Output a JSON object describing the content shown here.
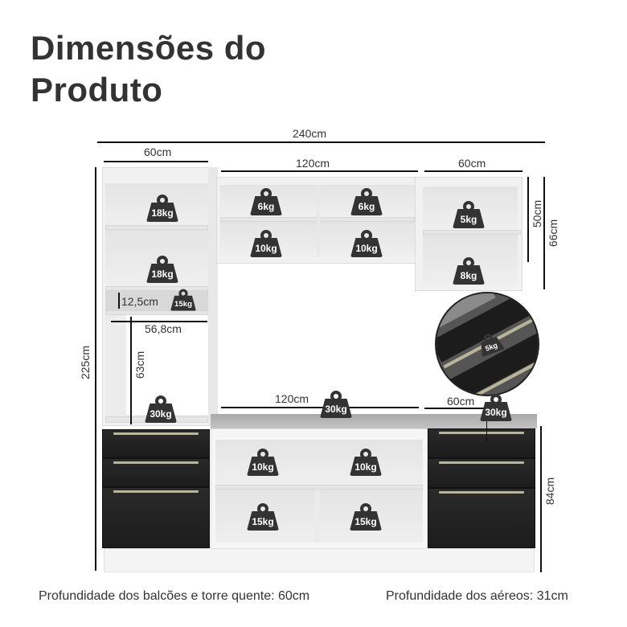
{
  "title": {
    "line1": "Dimensões do",
    "line2": "Produto"
  },
  "dimensions": {
    "total_width": "240cm",
    "tower_width": "60cm",
    "upper_center_width": "120cm",
    "upper_right_width": "60cm",
    "upper_right_inner_height": "50cm",
    "upper_right_height": "66cm",
    "total_height": "225cm",
    "niche_height": "12,5cm",
    "oven_width": "56,8cm",
    "oven_height": "63cm",
    "counter_center_width": "120cm",
    "counter_right_width": "60cm",
    "base_height": "84cm"
  },
  "weights": {
    "tower_top": "18kg",
    "tower_mid": "18kg",
    "tower_niche": "15kg",
    "tower_oven": "30kg",
    "upper_left_top": "6kg",
    "upper_right_top": "6kg",
    "upper_left_bottom": "10kg",
    "upper_right_bottom": "10kg",
    "aereo_top": "5kg",
    "aereo_bottom": "8kg",
    "drawer_detail": "5kg",
    "counter_center": "30kg",
    "counter_right": "30kg",
    "base_top_left": "10kg",
    "base_top_right": "10kg",
    "base_bottom_left": "15kg",
    "base_bottom_right": "15kg"
  },
  "footer": {
    "depth_base": "Profundidade dos balcões e torre quente: 60cm",
    "depth_upper": "Profundidade dos aéreos: 31cm"
  },
  "colors": {
    "text": "#333333",
    "drawer": "#1f1f1f",
    "handle": "#b9b59a",
    "counter": "#b5b5b5",
    "cabinet": "#f1f1f1"
  }
}
